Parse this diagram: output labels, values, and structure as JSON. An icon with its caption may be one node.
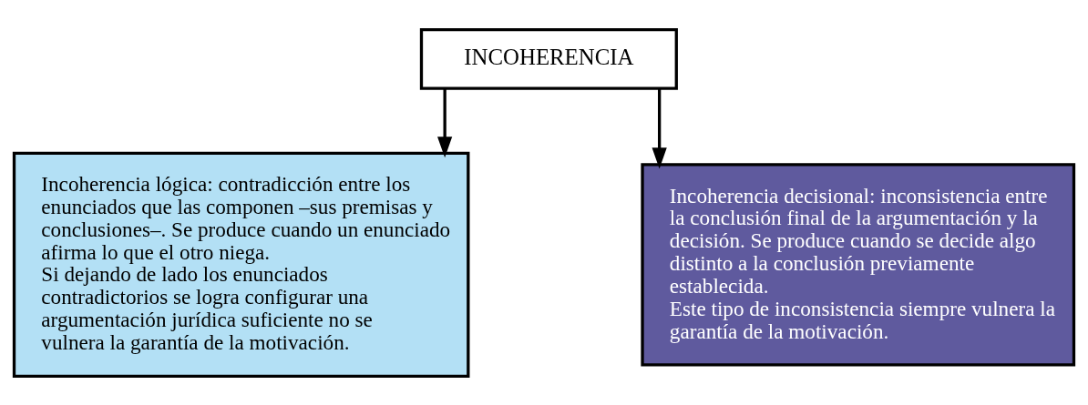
{
  "diagram": {
    "nodes": [
      {
        "text": [
          "INCOHERENCIA"
        ]
      },
      {
        "text": [
          "Incoherencia lógica: contradicción entre los enunciados que las componen –sus premisas y conclusiones–. Se produce cuando un enunciado afirma lo que el otro niega.",
          "Si dejando de lado los enunciados contradictorios se logra configurar una argumentación jurídica suficiente no se vulnera la garantía de la motivación."
        ]
      },
      {
        "text": [
          "Incoherencia decisional: inconsistencia entre la conclusión final de la argumentación y la decisión. Se produce cuando se decide algo distinto a la conclusión previamente establecida.",
          "Este tipo de inconsistencia siempre vulnera la garantía de la motivación."
        ]
      }
    ],
    "edges": [
      {
        "from": 0,
        "to": 1,
        "arrow": "to"
      },
      {
        "from": 0,
        "to": 2,
        "arrow": "to"
      }
    ]
  }
}
